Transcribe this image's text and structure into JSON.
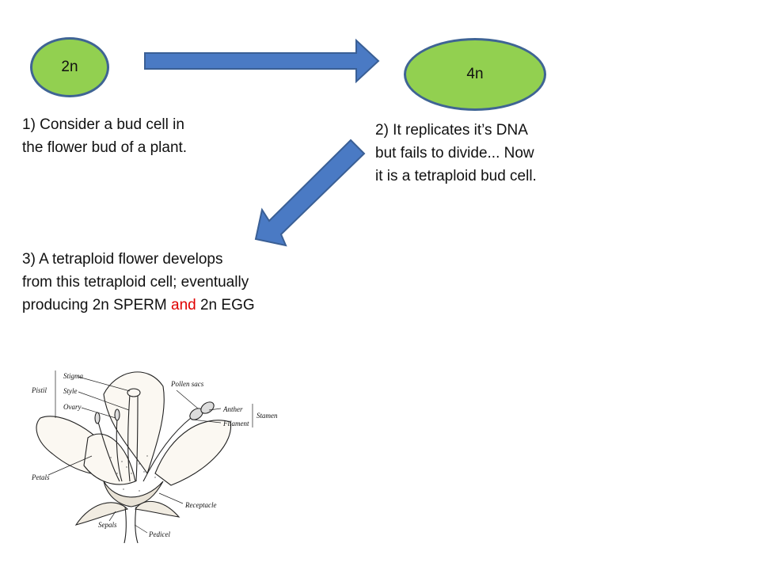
{
  "cells": {
    "first": {
      "label": "2n",
      "color": "#92d050",
      "border": "#3f6494"
    },
    "second": {
      "label": "4n",
      "color": "#92d050",
      "border": "#3f6494"
    }
  },
  "arrow_color": "#4a7ac4",
  "steps": {
    "step1": "1) Consider a bud cell in\nthe flower bud of a plant.",
    "step2": "2) It replicates it’s DNA\nbut fails to divide... Now\nit is a tetraploid bud cell.",
    "step3": {
      "line1": "3) A tetraploid flower develops",
      "line2": "from this tetraploid cell; eventually",
      "line3_before": "producing 2n SPERM ",
      "line3_highlight": "and",
      "line3_after": " 2n EGG",
      "highlight_color": "#e00000"
    }
  },
  "flower_labels": {
    "stigma": "Stigma",
    "style": "Style",
    "ovary": "Ovary",
    "pistil": "Pistil",
    "pollen_sacs": "Pollen sacs",
    "anther": "Anther",
    "filament": "Filament",
    "stamen": "Stamen",
    "petals": "Petals",
    "receptacle": "Receptacle",
    "sepals": "Sepals",
    "pedicel": "Pedicel"
  }
}
